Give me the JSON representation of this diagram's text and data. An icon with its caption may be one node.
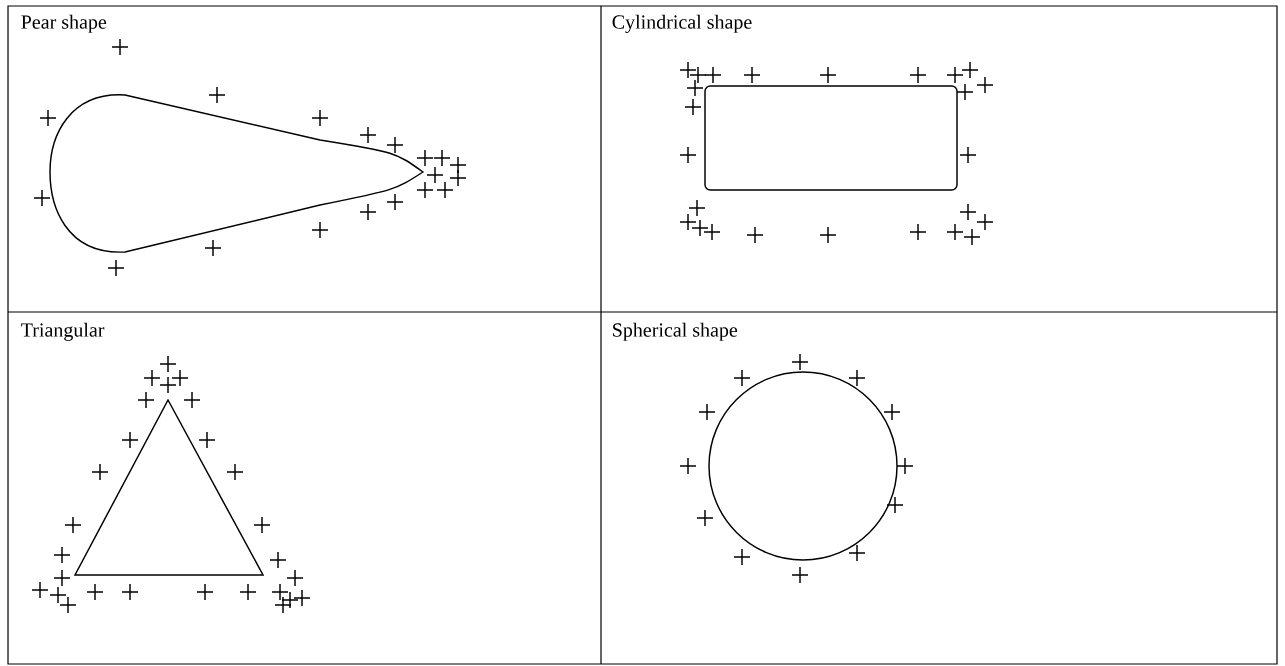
{
  "diagram": {
    "labels": [
      "Pear shape",
      "Cylindrical shape",
      "Triangular",
      "Spherical shape"
    ]
  }
}
